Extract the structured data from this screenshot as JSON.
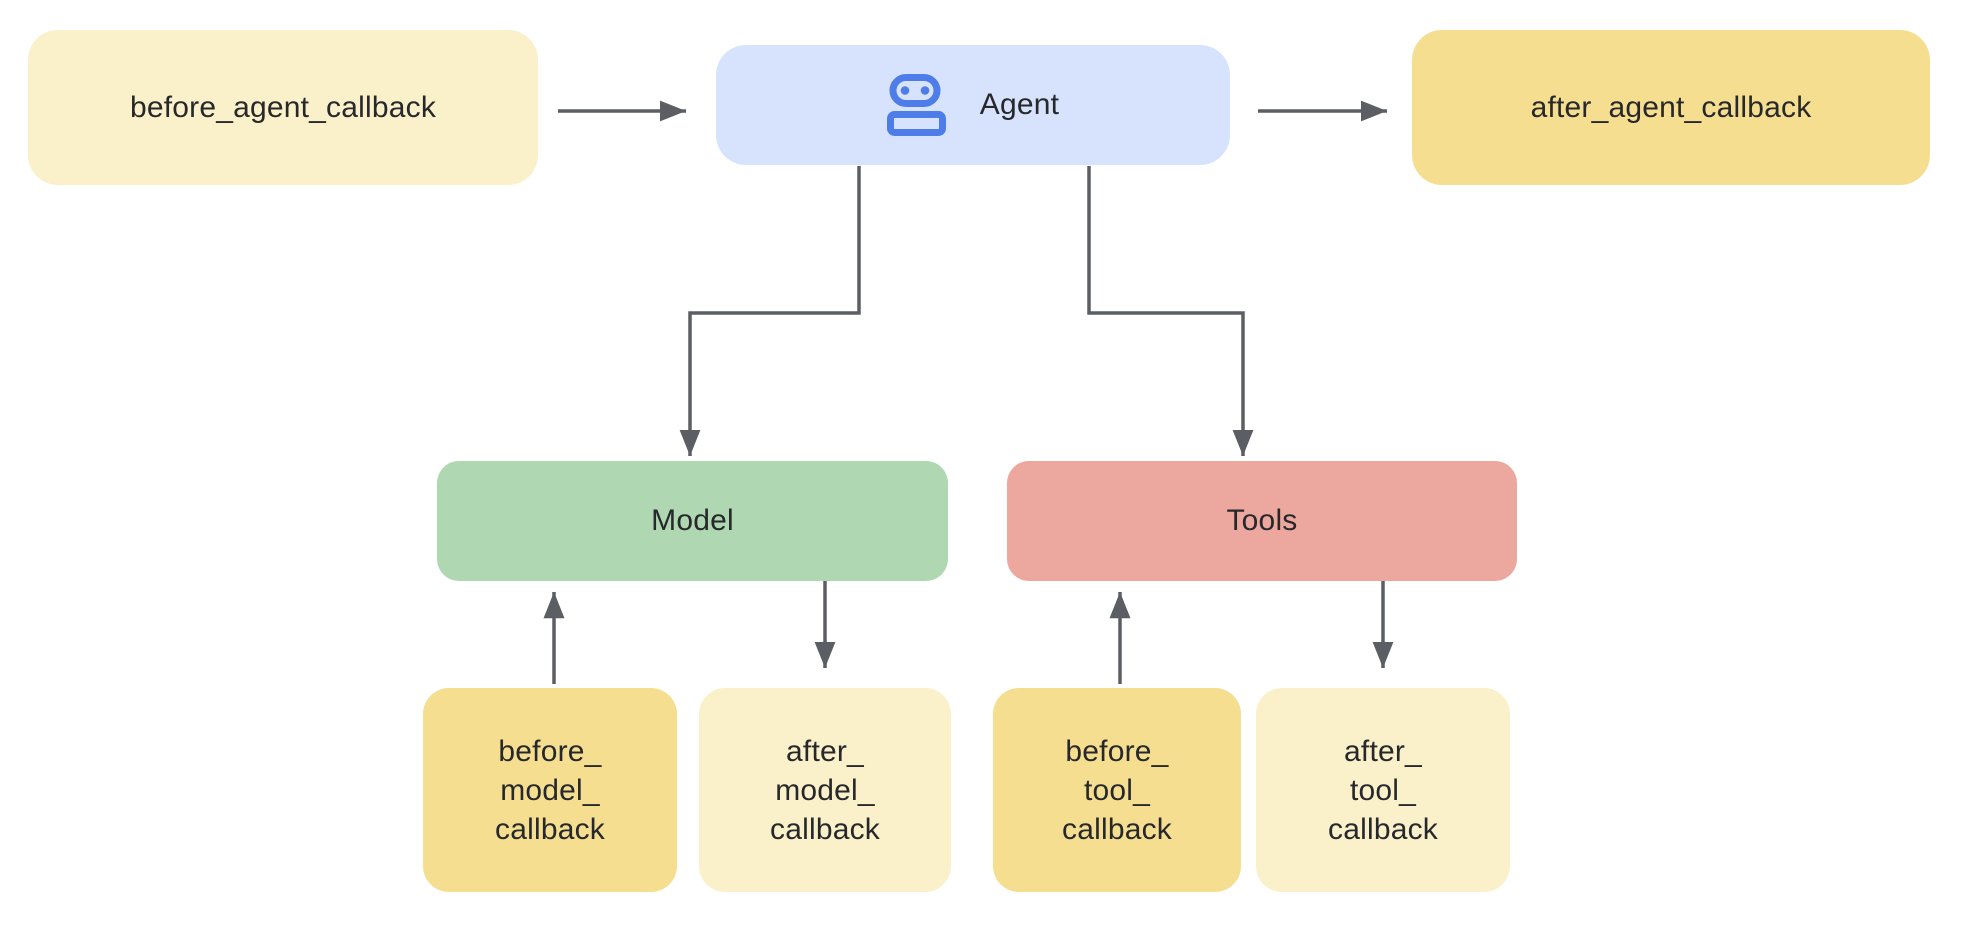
{
  "title": "Agent callbacks diagram",
  "colors": {
    "canvas": "#ffffff",
    "cream": "#FAF0CA",
    "yellow": "#F6DE90",
    "blue": "#D7E3FC",
    "green": "#AFD8B2",
    "salmon": "#ECA89E",
    "robot": "#4E7DE9",
    "arrow": "#5B5E63",
    "text": "#26282B"
  },
  "nodes": {
    "before_agent_callback": {
      "label": "before_agent_callback",
      "bg": "#FAF0CA"
    },
    "agent": {
      "label": "Agent",
      "bg": "#D7E3FC",
      "icon": "robot-icon"
    },
    "after_agent_callback": {
      "label": "after_agent_callback",
      "bg": "#F6DE90"
    },
    "model": {
      "label": "Model",
      "bg": "#AFD8B2"
    },
    "tools": {
      "label": "Tools",
      "bg": "#ECA89E"
    },
    "before_model_callback": {
      "lines": [
        "before_",
        "model_",
        "callback"
      ],
      "bg": "#F6DE90"
    },
    "after_model_callback": {
      "lines": [
        "after_",
        "model_",
        "callback"
      ],
      "bg": "#FAF0CA"
    },
    "before_tool_callback": {
      "lines": [
        "before_",
        "tool_",
        "callback"
      ],
      "bg": "#F6DE90"
    },
    "after_tool_callback": {
      "lines": [
        "after_",
        "tool_",
        "callback"
      ],
      "bg": "#FAF0CA"
    }
  },
  "edges": [
    {
      "from": "before_agent_callback",
      "to": "agent"
    },
    {
      "from": "agent",
      "to": "after_agent_callback"
    },
    {
      "from": "agent",
      "to": "model"
    },
    {
      "from": "agent",
      "to": "tools"
    },
    {
      "from": "before_model_callback",
      "to": "model"
    },
    {
      "from": "model",
      "to": "after_model_callback"
    },
    {
      "from": "before_tool_callback",
      "to": "tools"
    },
    {
      "from": "tools",
      "to": "after_tool_callback"
    }
  ]
}
